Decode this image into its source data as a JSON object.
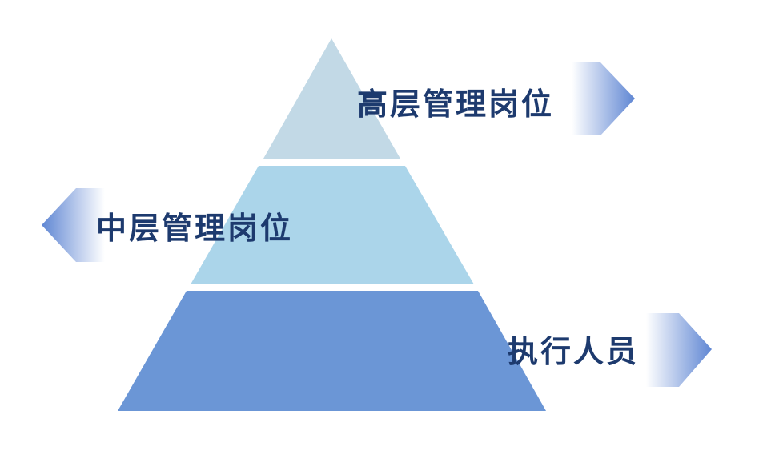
{
  "levels": [
    {
      "label": "高层管理岗位",
      "fill": "#c2d9e6"
    },
    {
      "label": "中层管理岗位",
      "fill": "#abd5ea"
    },
    {
      "label": "执行人员",
      "fill": "#6b96d6"
    }
  ],
  "colors": {
    "label_text": "#1d3a6e",
    "arrow_tip": "#5f86d3",
    "arrow_fade": "#ffffff"
  }
}
